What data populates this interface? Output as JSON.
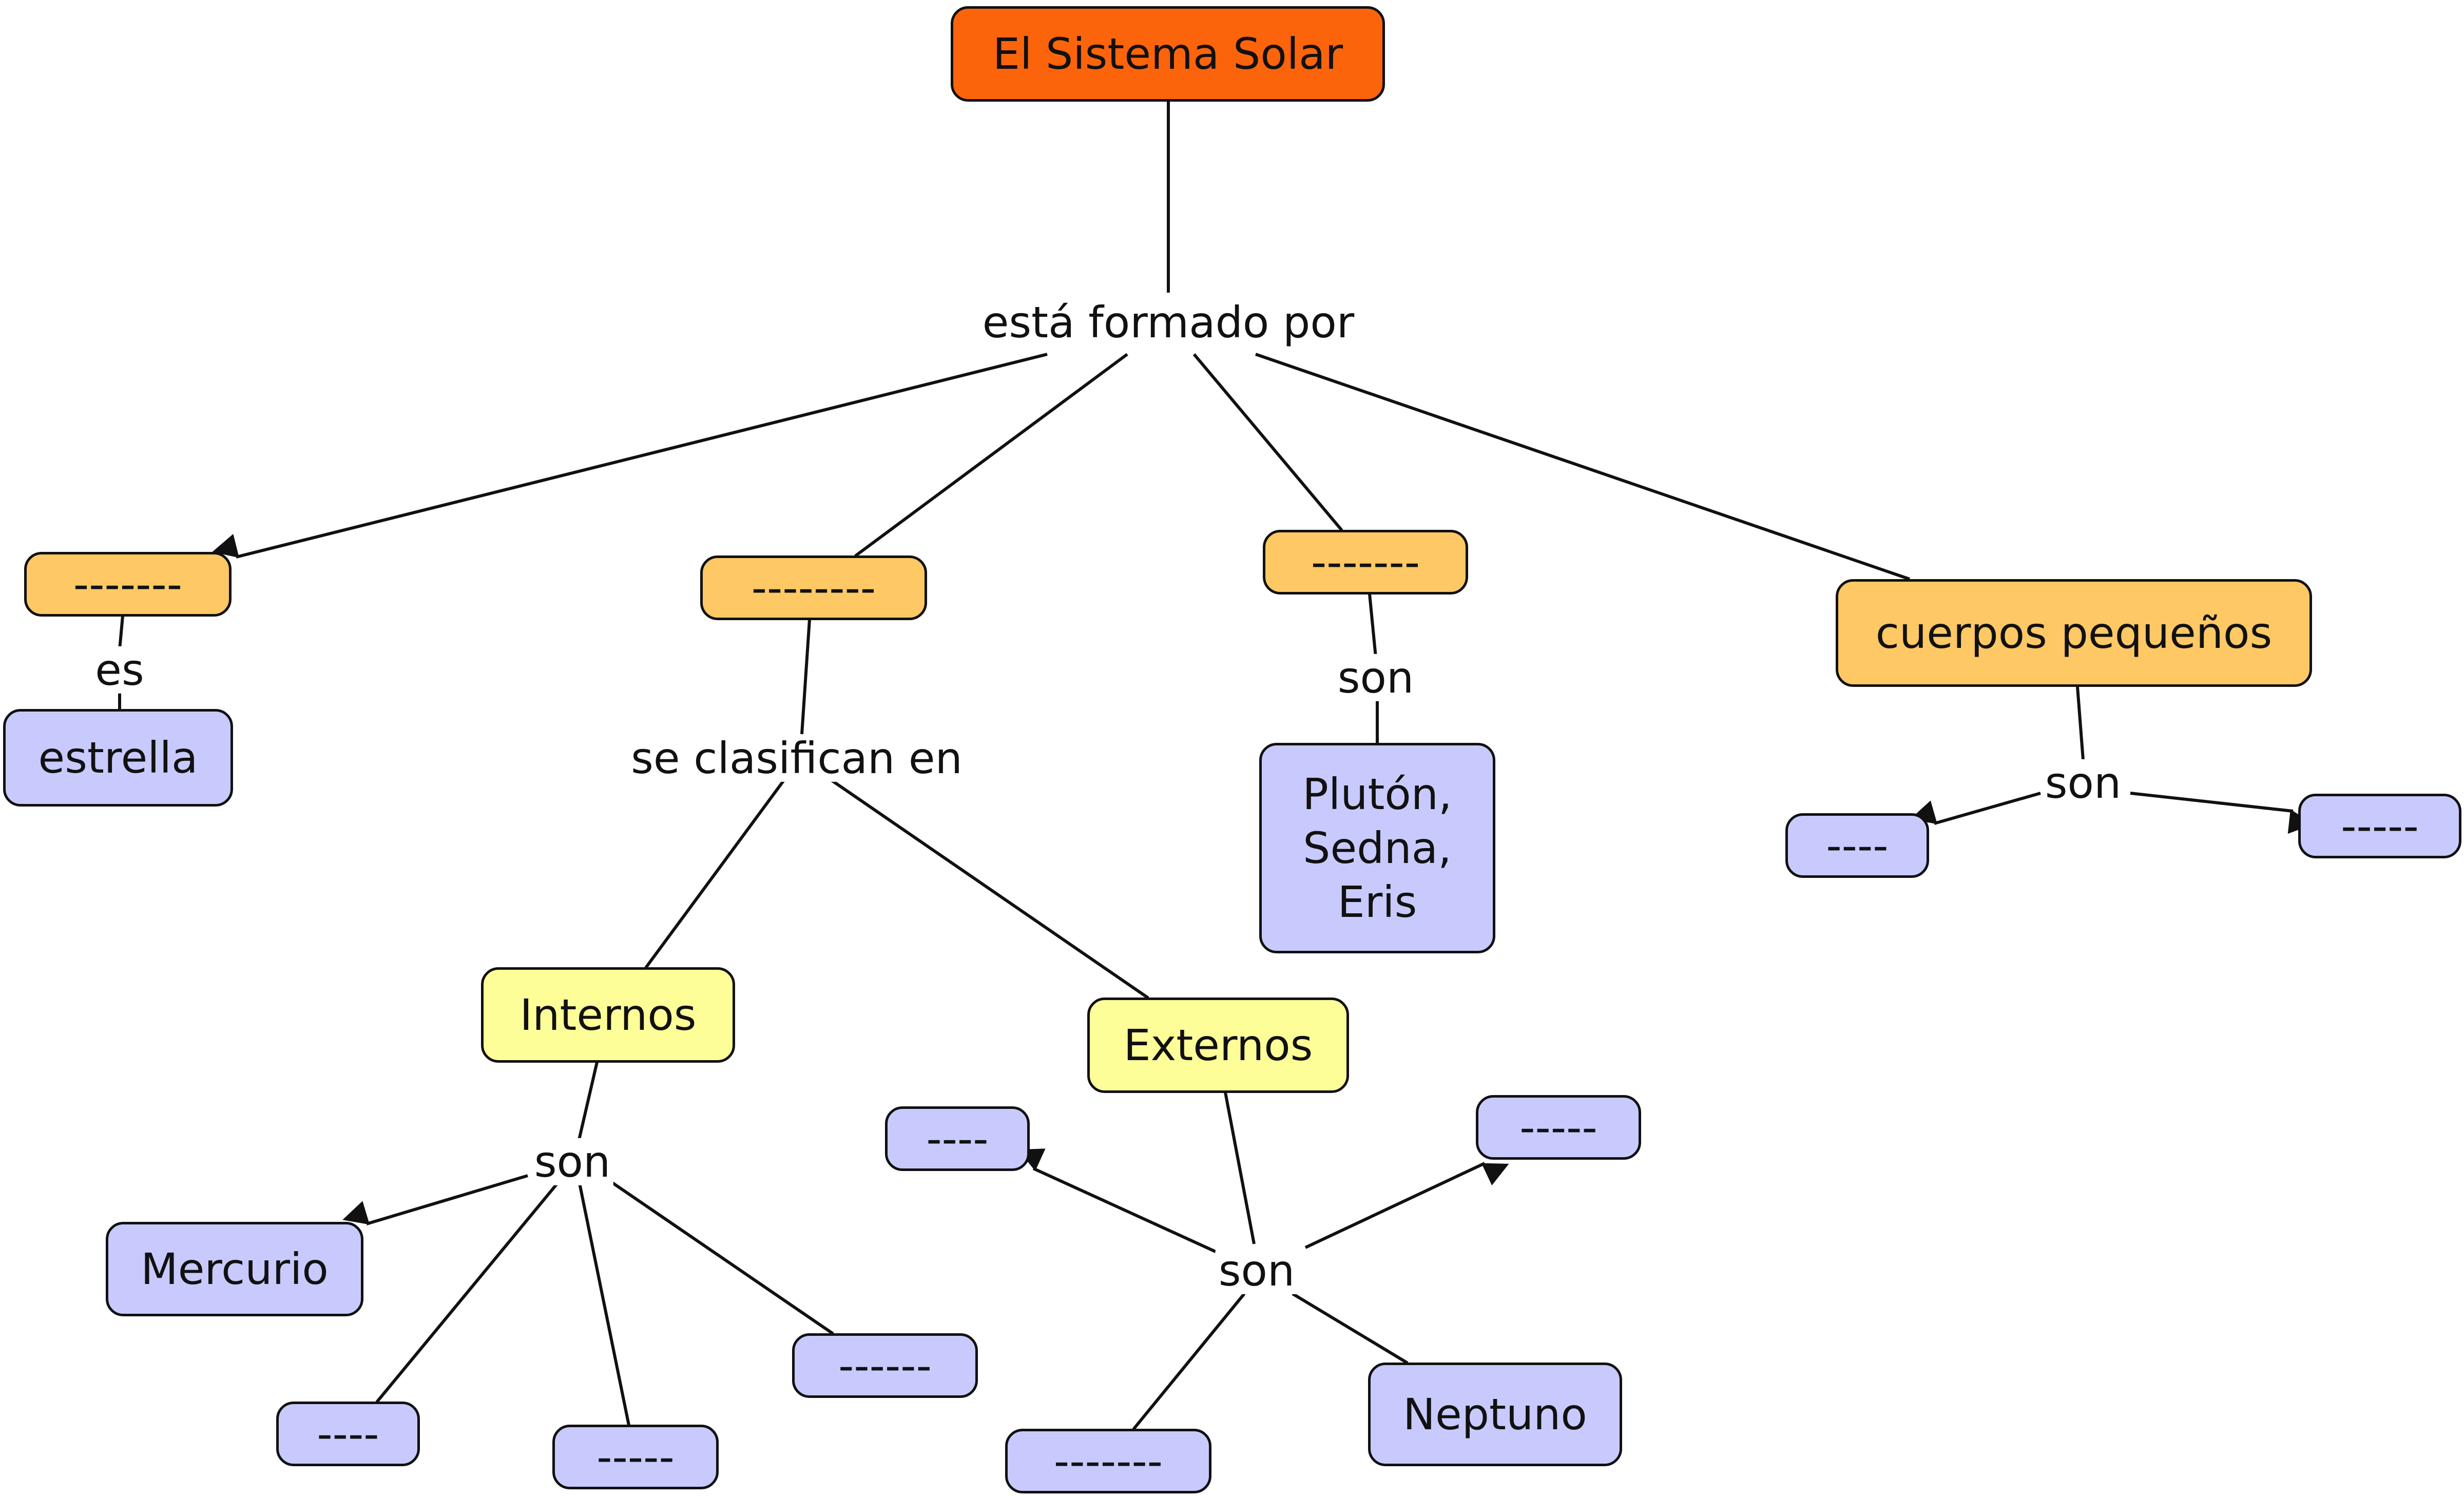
{
  "nodes": {
    "sistema_solar": "El Sistema Solar",
    "blank_estrella_cat": "-------",
    "blank_planetas": "--------",
    "blank_enanos": "-------",
    "cuerpos_pequenos": "cuerpos pequeños",
    "estrella": "estrella",
    "internos": "Internos",
    "externos": "Externos",
    "enanos_lista": "Plutón,\nSedna,\nEris",
    "mercurio": "Mercurio",
    "blank_int_1": "----",
    "blank_int_2": "-----",
    "blank_int_3": "------",
    "blank_ext_1": "----",
    "blank_ext_2": "-----",
    "blank_ext_3": "-------",
    "neptuno": "Neptuno",
    "blank_peq_1": "----",
    "blank_peq_2": "-----"
  },
  "links": {
    "esta_formado_por": "está formado por",
    "es": "es",
    "se_clasifican_en": "se clasifican en",
    "son_enanos": "son",
    "son_pequenos": "son",
    "son_internos": "son",
    "son_externos": "son"
  },
  "colors": {
    "root": "#fc640c",
    "category": "#fec865",
    "subcategory": "#fefe99",
    "leaf": "#c8cafd",
    "line": "#111111"
  }
}
